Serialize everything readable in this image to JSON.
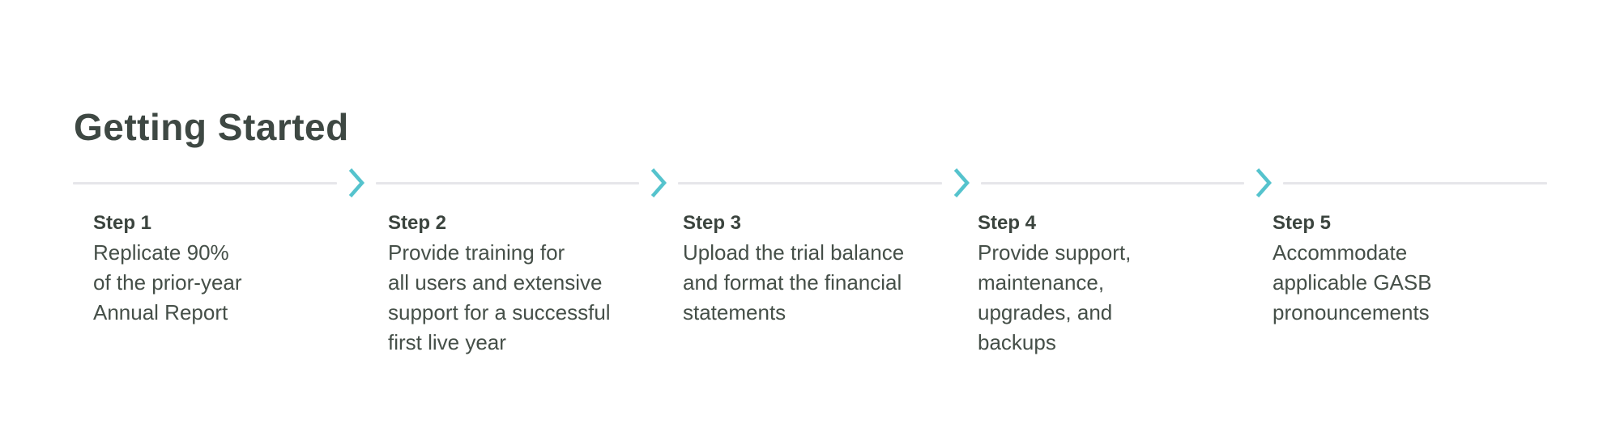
{
  "page": {
    "title": "Getting Started"
  },
  "colors": {
    "title_text": "#3e4843",
    "step_label_text": "#3b443e",
    "step_body_text": "#454f48",
    "timeline_line": "#e6e6ea",
    "chevron_accent": "#55c3cd",
    "background": "#ffffff"
  },
  "icons": {
    "separator": "chevron-right-icon"
  },
  "steps": [
    {
      "label": "Step 1",
      "description": "Replicate 90%\nof the prior-year\nAnnual Report"
    },
    {
      "label": "Step 2",
      "description": "Provide training for\nall users and extensive\nsupport for a successful\nfirst live year"
    },
    {
      "label": "Step 3",
      "description": "Upload the trial balance\nand format the financial\nstatements"
    },
    {
      "label": "Step 4",
      "description": "Provide support,\nmaintenance,\nupgrades, and\nbackups"
    },
    {
      "label": "Step 5",
      "description": "Accommodate\napplicable GASB\npronouncements"
    }
  ]
}
